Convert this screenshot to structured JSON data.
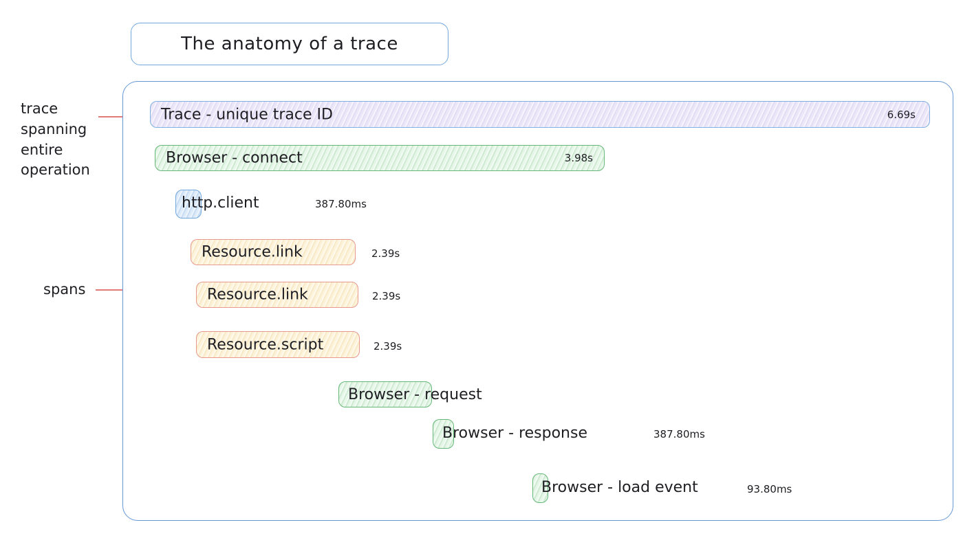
{
  "title": "The anatomy of a trace",
  "annotations": {
    "trace_label": "trace spanning entire operation",
    "spans_label": "spans"
  },
  "spans": [
    {
      "name": "Trace - unique trace ID",
      "duration": "6.69s",
      "kind": "trace"
    },
    {
      "name": "Browser - connect",
      "duration": "3.98s",
      "kind": "browser"
    },
    {
      "name": "http.client",
      "duration": "387.80ms",
      "kind": "http"
    },
    {
      "name": "Resource.link",
      "duration": "2.39s",
      "kind": "resource"
    },
    {
      "name": "Resource.link",
      "duration": "2.39s",
      "kind": "resource"
    },
    {
      "name": "Resource.script",
      "duration": "2.39s",
      "kind": "resource"
    },
    {
      "name": "Browser - request",
      "duration": "",
      "kind": "browser"
    },
    {
      "name": "Browser - response",
      "duration": "387.80ms",
      "kind": "browser"
    },
    {
      "name": "Browser - load event",
      "duration": "93.80ms",
      "kind": "browser"
    }
  ],
  "colors": {
    "trace_fill": "#ebe7f9",
    "trace_border": "#7fb0e2",
    "browser_fill": "#e6f6e8",
    "browser_border": "#65b878",
    "http_fill": "#ddeaf9",
    "http_border": "#72a7de",
    "resource_fill": "#fcf3da",
    "resource_border": "#e9988c",
    "frame_border": "#6699d6",
    "annotation_line": "#e07a76",
    "text": "#1d1d22"
  }
}
